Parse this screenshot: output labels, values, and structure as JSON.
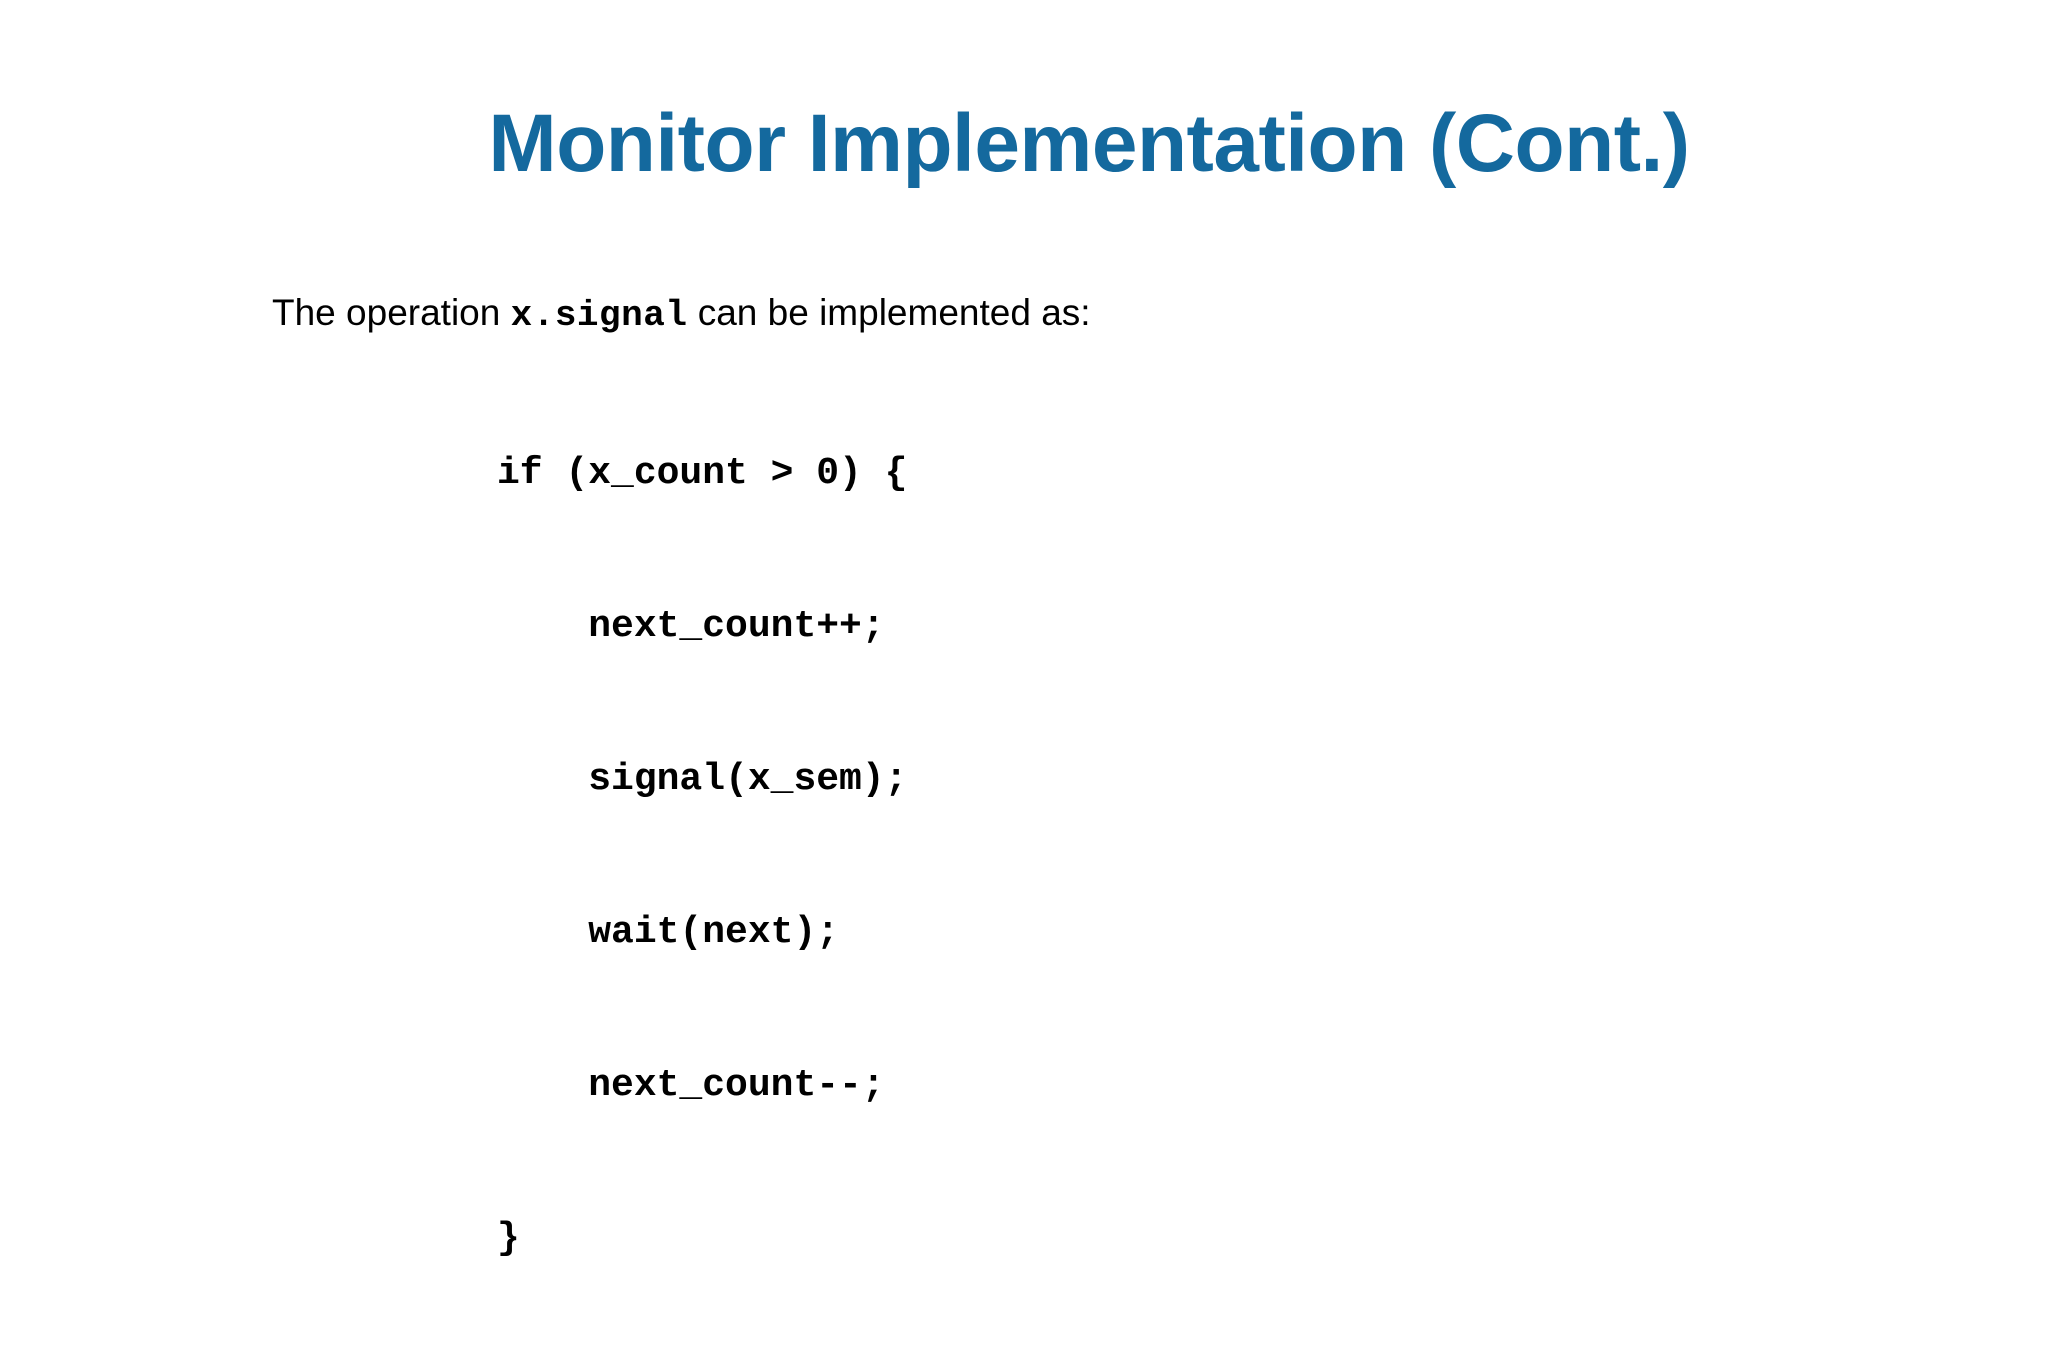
{
  "slide": {
    "title": "Monitor Implementation (Cont.)",
    "title_color": "#14699E",
    "background_color": "#FFFFFF",
    "body": {
      "text_before": "The operation ",
      "code_inline": "x.signal",
      "text_after": "  can be implemented as:"
    },
    "code_block": {
      "lines": [
        "if (x_count > 0) {",
        "    next_count++;",
        "    signal(x_sem);",
        "    wait(next);",
        "    next_count--;",
        "}"
      ]
    }
  }
}
